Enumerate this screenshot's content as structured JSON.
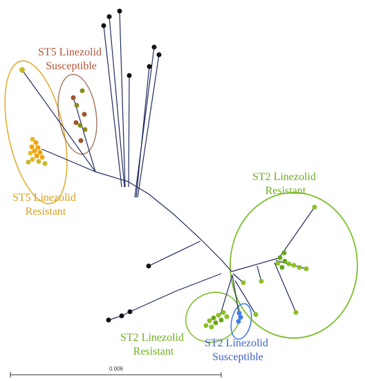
{
  "colors": {
    "branch": "#1f2a5c",
    "black_node": "#111111",
    "st5_resistant": "#d9ae2b",
    "st5_resistant_core": "#f5a20c",
    "st5_susceptible": "#a0522d",
    "st2_resistant": "#8cbf26",
    "st2_susceptible": "#3f7ee8"
  },
  "groups": {
    "st5_susceptible": {
      "line1": "ST5 Linezolid",
      "line2": "Susceptible",
      "color": "#b0553a",
      "ring": "#a3755a"
    },
    "st5_resistant": {
      "line1": "ST5 Linezolid",
      "line2": "Resistant",
      "color": "#d6a020",
      "ring": "#e0b035"
    },
    "st2_resistant_big": {
      "line1": "ST2 Linezolid",
      "line2": "Resistant",
      "color": "#6fae1f",
      "ring": "#7dbf2a"
    },
    "st2_resistant_small": {
      "line1": "ST2 Linezolid",
      "line2": "Resistant",
      "color": "#6fae1f",
      "ring": "#7dbf2a"
    },
    "st2_susceptible": {
      "line1": "ST2 Linezolid",
      "line2": "Susceptible",
      "color": "#3a63c9",
      "ring": "#3f7ee8"
    }
  },
  "scale_bar": {
    "label": "0.006"
  }
}
